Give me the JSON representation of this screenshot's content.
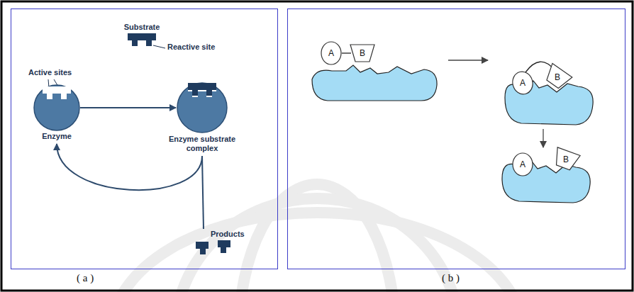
{
  "diagram": {
    "nodes": [
      {
        "text": [
          "( a )"
        ]
      },
      {
        "text": [
          "Enzyme"
        ],
        "in": 0
      },
      {
        "text": [
          "Substrate"
        ],
        "in": 0
      },
      {
        "text": [
          "Enzyme substrate complex"
        ],
        "in": 0
      },
      {
        "text": [
          "Products"
        ],
        "in": 0
      },
      {
        "text": [
          "( b )"
        ]
      },
      {
        "text": [
          "A"
        ],
        "in": 5
      },
      {
        "text": [
          "B"
        ],
        "in": 5
      },
      {
        "text": [
          "A"
        ],
        "in": 5
      },
      {
        "text": [
          "B"
        ],
        "in": 5
      },
      {
        "text": [
          "A"
        ],
        "in": 5
      },
      {
        "text": [
          "B"
        ],
        "in": 5
      }
    ],
    "edges": [
      {
        "from": 1,
        "to": 3,
        "arrow": "to"
      },
      {
        "from": 3,
        "to": 1,
        "arrow": "to"
      },
      {
        "from": 3,
        "to": 4,
        "arrow": "none"
      },
      {
        "from": 6,
        "to": 7,
        "arrow": "none"
      },
      {
        "from": 8,
        "to": 9,
        "arrow": "none"
      }
    ],
    "labels": [
      "Active sites",
      "Reactive site"
    ]
  }
}
